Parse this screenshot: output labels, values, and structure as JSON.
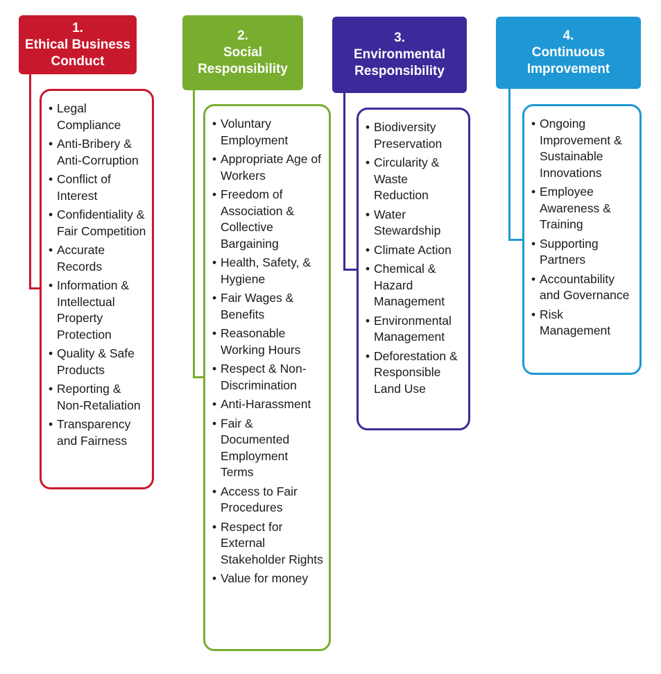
{
  "pillars": [
    {
      "number": "1.",
      "title": "Ethical Business Conduct",
      "color": "#c8182c",
      "items": [
        "Legal Compliance",
        "Anti-Bribery & Anti-Corruption",
        "Conflict of Interest",
        "Confidentiality & Fair Competition",
        "Accurate Records",
        "Information & Intellectual Property Protection",
        "Quality & Safe Products",
        "Reporting & Non-Retaliation",
        "Transparency and Fairness"
      ]
    },
    {
      "number": "2.",
      "title": "Social Responsibility",
      "color": "#78ad2f",
      "items": [
        "Voluntary Employment",
        "Appropriate Age of Workers",
        "Freedom of Association & Collective Bargaining",
        "Health, Safety, & Hygiene",
        "Fair Wages & Benefits",
        "Reasonable Working Hours",
        "Respect & Non-Discrimination",
        "Anti-Harassment",
        "Fair & Documented Employment Terms",
        "Access to Fair Procedures",
        "Respect for External Stakeholder Rights",
        "Value for money"
      ]
    },
    {
      "number": "3.",
      "title": "Environmental Responsibility",
      "color": "#3a2a9a",
      "items": [
        "Biodiversity Preservation",
        "Circularity & Waste Reduction",
        "Water Stewardship",
        "Climate Action",
        "Chemical & Hazard Management",
        "Environmental Management",
        "Deforestation & Responsible Land Use"
      ]
    },
    {
      "number": "4.",
      "title": "Continuous Improvement",
      "color": "#1e98d4",
      "items": [
        "Ongoing Improvement & Sustainable Innovations",
        "Employee Awareness & Training",
        "Supporting Partners",
        "Accountability and Governance",
        "Risk Management"
      ]
    }
  ]
}
